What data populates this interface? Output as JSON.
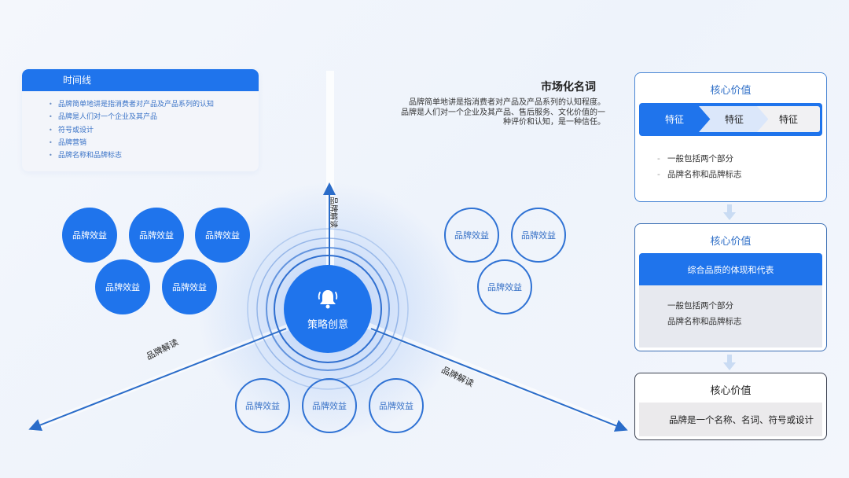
{
  "timeline": {
    "title": "时间线",
    "items": [
      "品牌简单地讲是指消费者对产品及产品系列的认知",
      "品牌是人们对一个企业及其产品",
      "符号或设计",
      "品牌营销",
      "品牌名称和品牌标志"
    ]
  },
  "market": {
    "title": "市场化名词",
    "lines": [
      "品牌简单地讲是指消费者对产品及产品系列的认知程度。",
      "品牌是人们对一个企业及其产品、售后服务、文化价值的一",
      "种评价和认知，是一种信任。"
    ]
  },
  "center": {
    "icon": "bell-icon",
    "label": "策略创意"
  },
  "axes": {
    "top": "品牌解读",
    "left": "品牌解读",
    "right": "品牌解读"
  },
  "filled_bubbles": [
    "品牌效益",
    "品牌效益",
    "品牌效益",
    "品牌效益",
    "品牌效益"
  ],
  "right_outline_bubbles": [
    "品牌效益",
    "品牌效益",
    "品牌效益"
  ],
  "bottom_outline_bubbles": [
    "品牌效益",
    "品牌效益",
    "品牌效益"
  ],
  "panels": [
    {
      "title": "核心价值",
      "steps": [
        "特征",
        "特征",
        "特征"
      ],
      "items": [
        "一般包括两个部分",
        "品牌名称和品牌标志"
      ]
    },
    {
      "title": "核心价值",
      "banner": "综合品质的体现和代表",
      "items": [
        "一般包括两个部分",
        "品牌名称和品牌标志"
      ]
    },
    {
      "title": "核心价值",
      "text": "品牌是一个名称、名词、符号或设计"
    }
  ],
  "colors": {
    "primary": "#1f74ec",
    "outline": "#2f72d4",
    "text_blue": "#3a73c7"
  }
}
